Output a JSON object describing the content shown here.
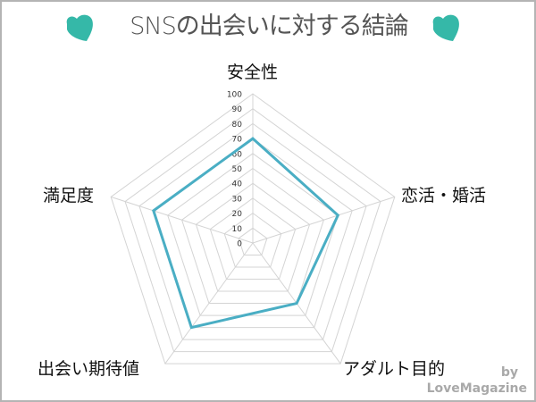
{
  "title": "SNSの出会いに対する結論",
  "icons": {
    "left": "heart-icon",
    "right": "heart-icon",
    "color": "#35b8a8"
  },
  "credit": {
    "line1": "by",
    "line2": "LoveMagazine"
  },
  "axis_labels": [
    "安全性",
    "恋活・婚活",
    "アダルト目的",
    "出会い期待値",
    "満足度"
  ],
  "chart_data": {
    "type": "radar",
    "title": "SNSの出会いに対する結論",
    "categories": [
      "安全性",
      "恋活・婚活",
      "アダルト目的",
      "出会い期待値",
      "満足度"
    ],
    "series": [
      {
        "name": "SNS",
        "values": [
          70,
          60,
          50,
          70,
          70
        ],
        "color": "#4aaec4"
      }
    ],
    "rlim": [
      0,
      100
    ],
    "ticks": [
      0,
      10,
      20,
      30,
      40,
      50,
      60,
      70,
      80,
      90,
      100
    ],
    "grid": true,
    "legend": false
  }
}
